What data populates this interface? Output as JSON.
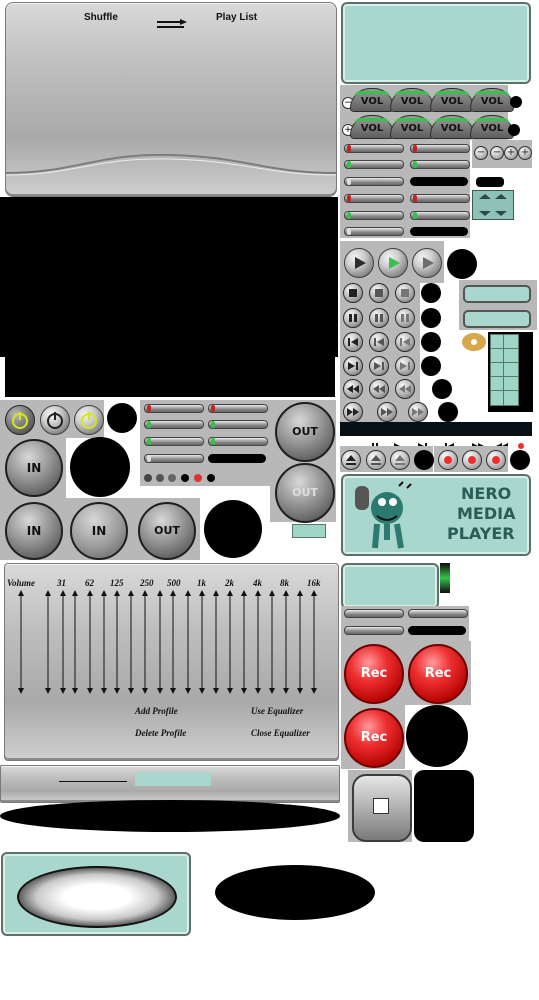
{
  "top_panel": {
    "shuffle_label": "Shuffle",
    "playlist_label": "Play List"
  },
  "vol_labels": [
    "VOL",
    "VOL",
    "VOL",
    "VOL",
    "VOL",
    "VOL",
    "VOL",
    "VOL"
  ],
  "inout": {
    "in_label": "IN",
    "out_label": "OUT"
  },
  "branding": {
    "line1": "NERO",
    "line2": "MEDIA",
    "line3": "PLAYER"
  },
  "equalizer": {
    "bands": [
      "Volume",
      "31",
      "62",
      "125",
      "250",
      "500",
      "1k",
      "2k",
      "4k",
      "8k",
      "16k"
    ],
    "add_profile": "Add Profile",
    "delete_profile": "Delete Profile",
    "use_equalizer": "Use Equalizer",
    "close_equalizer": "Close Equalizer"
  },
  "record": {
    "rec_label": "Rec"
  },
  "colors": {
    "lcd": "#a9d7cd",
    "green_accent": "#37c24b",
    "rec_red": "#ef2f2f",
    "metal_light": "#d9d9d9",
    "metal_dark": "#8a8a8a"
  }
}
